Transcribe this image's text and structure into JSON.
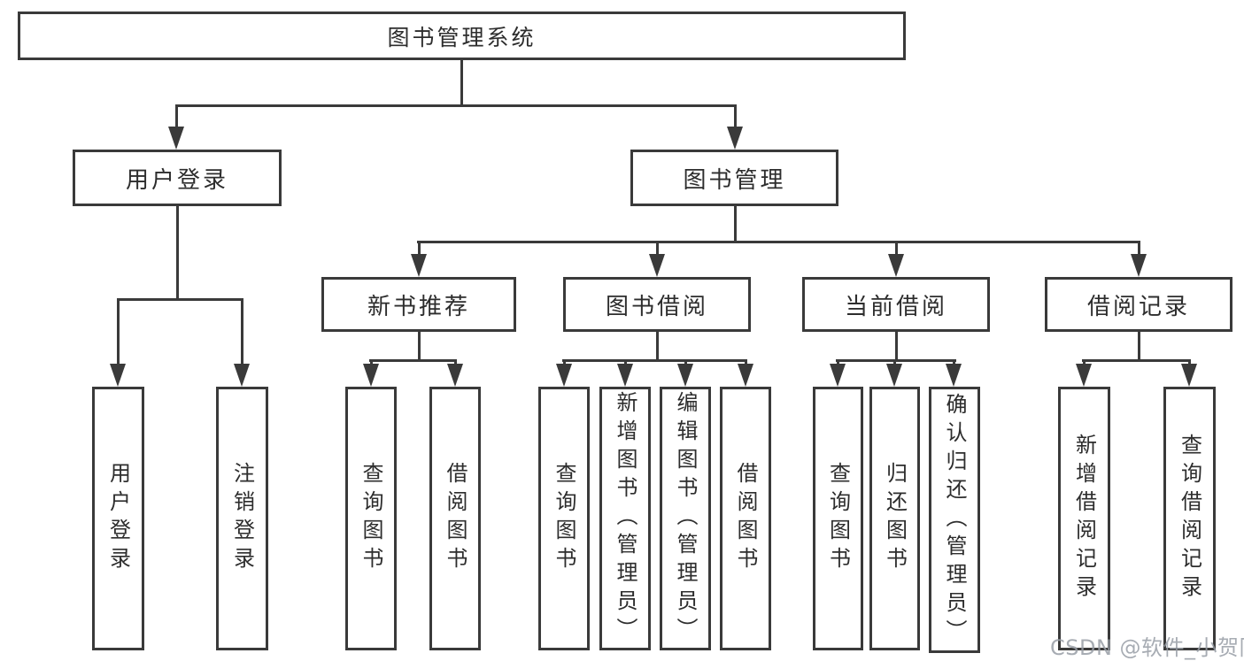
{
  "diagram": {
    "title": "图书管理系统",
    "level2": {
      "user_login": "用户登录",
      "book_mgmt": "图书管理"
    },
    "level3": {
      "new_books": "新书推荐",
      "book_borrow": "图书借阅",
      "current_borrow": "当前借阅",
      "borrow_records": "借阅记录"
    },
    "leaves": {
      "user_login": [
        "用户登录",
        "注销登录"
      ],
      "new_books": [
        "查询图书",
        "借阅图书"
      ],
      "book_borrow": [
        "查询图书",
        "新增图书（管理员）",
        "编辑图书（管理员）",
        "借阅图书"
      ],
      "current_borrow": [
        "查询图书",
        "归还图书",
        "确认归还（管理员）"
      ],
      "borrow_records": [
        "新增借阅记录",
        "查询借阅记录"
      ]
    }
  },
  "watermark": "CSDN @软件_小贺同学",
  "colors": {
    "line": "#3a3a3a",
    "text": "#2d2d2d",
    "background": "#ffffff",
    "watermark": "#989da6"
  }
}
